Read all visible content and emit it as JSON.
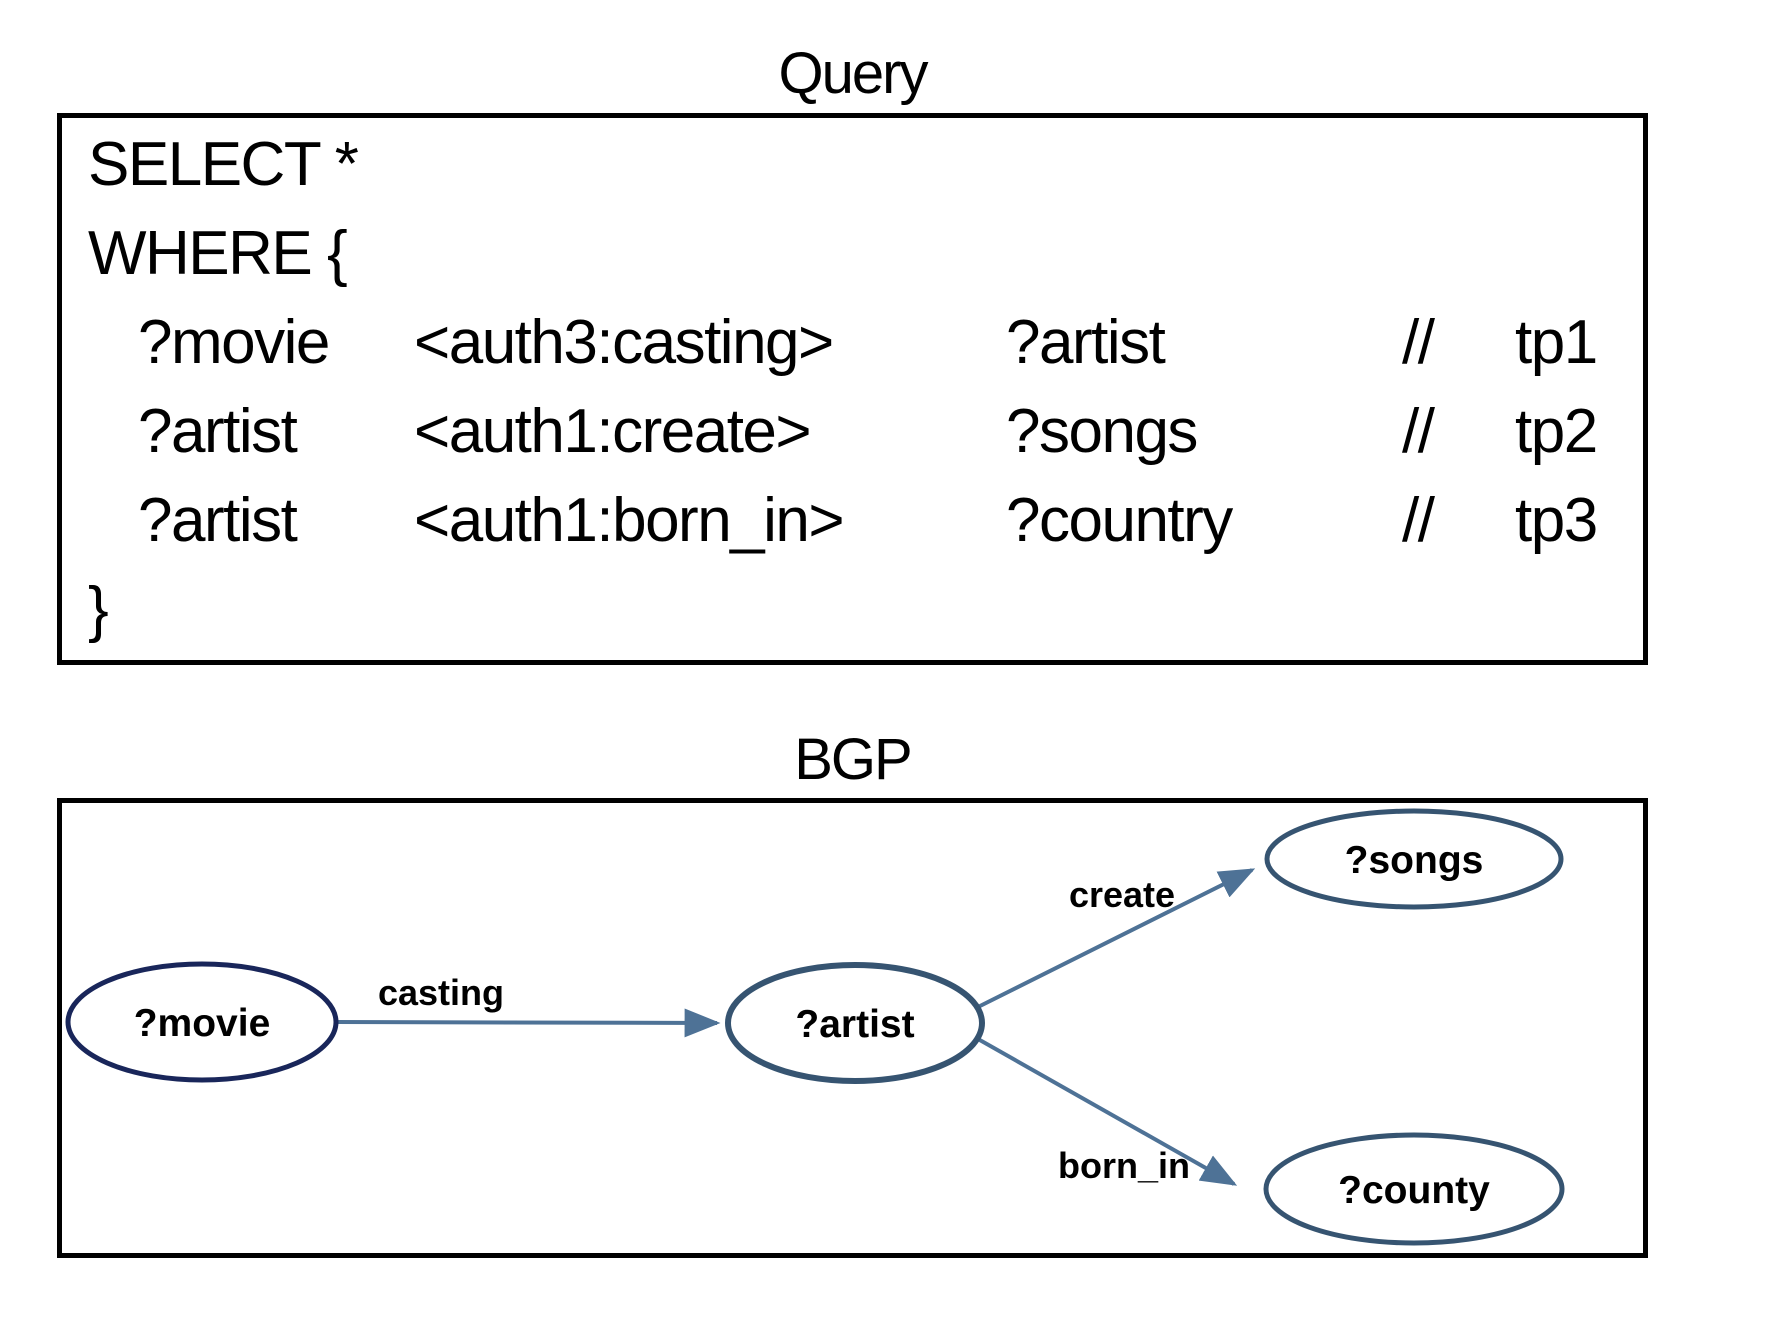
{
  "query": {
    "title": "Query",
    "lines": {
      "select": "SELECT *",
      "where": "WHERE {",
      "close": "}"
    },
    "triples": [
      {
        "subject": "?movie",
        "predicate": "<auth3:casting>",
        "object": "?artist",
        "comment_mark": "//",
        "comment_label": "tp1"
      },
      {
        "subject": "?artist",
        "predicate": "<auth1:create>",
        "object": "?songs",
        "comment_mark": "//",
        "comment_label": "tp2"
      },
      {
        "subject": "?artist",
        "predicate": "<auth1:born_in>",
        "object": "?country",
        "comment_mark": "//",
        "comment_label": "tp3"
      }
    ]
  },
  "bgp": {
    "title": "BGP",
    "nodes": [
      {
        "id": "movie",
        "label": "?movie"
      },
      {
        "id": "artist",
        "label": "?artist"
      },
      {
        "id": "songs",
        "label": "?songs"
      },
      {
        "id": "county",
        "label": "?county"
      }
    ],
    "edges": [
      {
        "label": "casting",
        "from": "movie",
        "to": "artist"
      },
      {
        "label": "create",
        "from": "artist",
        "to": "songs"
      },
      {
        "label": "born_in",
        "from": "artist",
        "to": "county"
      }
    ],
    "colors": {
      "movie_stroke": "#19265a",
      "node_stroke": "#365471",
      "edge": "#4e7296",
      "box_border": "#000000",
      "text": "#000000"
    }
  }
}
